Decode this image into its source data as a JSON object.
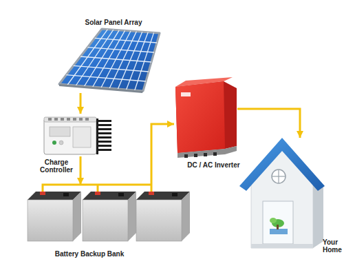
{
  "diagram": {
    "nodes": [
      {
        "text": [
          "Solar Panel Array"
        ]
      },
      {
        "text": [
          "Charge Controller"
        ]
      },
      {
        "text": [
          "DC / AC Inverter"
        ]
      },
      {
        "text": [
          "Battery Backup Bank"
        ]
      },
      {
        "text": [
          "Your Home"
        ]
      }
    ],
    "edges": [
      {
        "from": 0,
        "to": 1,
        "arrow": "to"
      },
      {
        "from": 1,
        "to": 3,
        "arrow": "to"
      },
      {
        "from": 3,
        "to": 2,
        "arrow": "to"
      },
      {
        "from": 2,
        "to": 4,
        "arrow": "to"
      }
    ]
  }
}
